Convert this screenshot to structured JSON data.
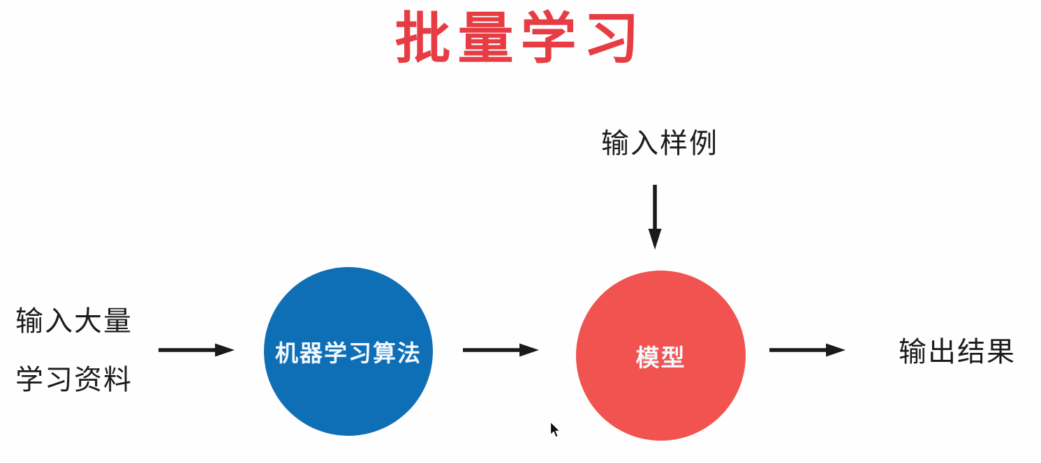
{
  "title": "批量学习",
  "labels": {
    "sample_input": "输入样例",
    "input_line1": "输入大量",
    "input_line2": "学习资料",
    "output": "输出结果"
  },
  "nodes": {
    "algorithm": "机器学习算法",
    "model": "模型"
  },
  "colors": {
    "title": "#e73c43",
    "algorithm_fill": "#0f6fb6",
    "model_fill": "#f15350",
    "node_text": "#f2f8fd",
    "diagram_text": "#1c1c1c",
    "background": "#fefefe"
  }
}
